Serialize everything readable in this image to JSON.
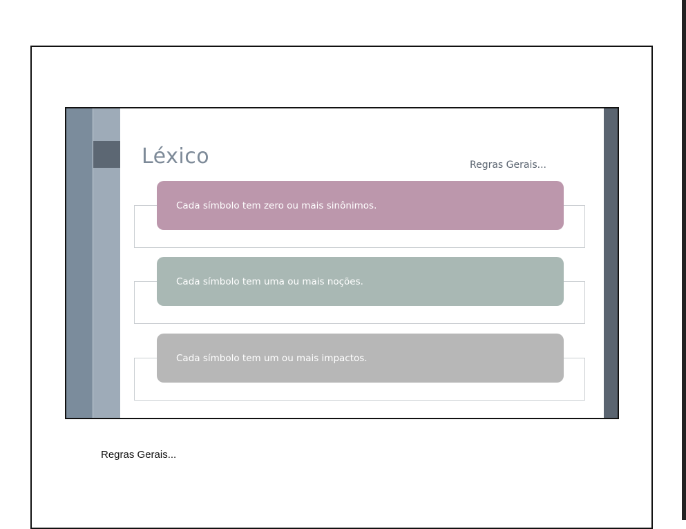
{
  "slide": {
    "title": "Léxico",
    "subtitle": "Regras Gerais...",
    "items": [
      {
        "text": "Cada símbolo tem zero ou mais sinônimos.",
        "color": "#bc97ac"
      },
      {
        "text": "Cada símbolo tem uma ou mais noções.",
        "color": "#a9b8b4"
      },
      {
        "text": "Cada símbolo tem um ou mais impactos.",
        "color": "#b7b7b7"
      }
    ]
  },
  "notes": {
    "caption": "Regras Gerais..."
  },
  "colors": {
    "band_outer": "#7b8c9c",
    "band_inner": "#9eabb8",
    "band_block": "#5c6773",
    "right_band": "#5a6470",
    "title": "#7d8a98"
  }
}
